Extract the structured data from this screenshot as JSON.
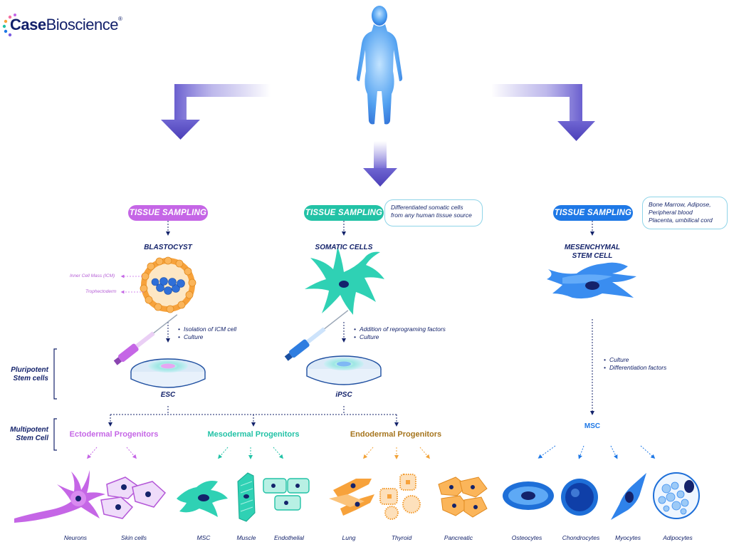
{
  "brand": {
    "part1": "Case",
    "part2": "Bioscience",
    "mark": "®"
  },
  "columns": {
    "left": {
      "pill": "TISSUE SAMPLING",
      "title": "BLASTOCYST",
      "inner_label": "Inner Cell Mass (ICM)",
      "outer_label": "Trophectoderm",
      "steps": [
        "Isolation of ICM cell",
        "Culture"
      ],
      "result": "ESC",
      "colors": {
        "pill": "#c566e6"
      }
    },
    "middle": {
      "pill": "TISSUE SAMPLING",
      "note": [
        "Differentiated somatic cells",
        "from any human tissue source"
      ],
      "title": "SOMATIC CELLS",
      "steps": [
        "Addition of reprograming factors",
        "Culture"
      ],
      "result": "iPSC",
      "colors": {
        "pill": "#22c2a6"
      }
    },
    "right": {
      "pill": "TISSUE SAMPLING",
      "note": [
        "Bone Marrow,  Adipose,",
        "Peripheral blood",
        "Placenta, umbilical cord"
      ],
      "title": [
        "MESENCHYMAL",
        "STEM CELL"
      ],
      "steps": [
        "Culture",
        "Differentiation factors"
      ],
      "result": "MSC",
      "colors": {
        "pill": "#1e78e6"
      }
    }
  },
  "side_labels": {
    "pluripotent": [
      "Pluripotent",
      "Stem cells"
    ],
    "multipotent": [
      "Multipotent",
      "Stem Cell"
    ]
  },
  "progenitors": [
    {
      "label": "Ectodermal Progenitors",
      "color": "#c566e6"
    },
    {
      "label": "Mesodermal Progenitors",
      "color": "#22c2a6"
    },
    {
      "label": "Endodermal Progenitors",
      "color": "#a5741c"
    }
  ],
  "cell_types": [
    "Neurons",
    "Skin cells",
    "MSC",
    "Muscle",
    "Endothelial",
    "Lung",
    "Thyroid",
    "Pancreatic",
    "Osteocytes",
    "Chondrocytes",
    "Myocytes",
    "Adipocytes"
  ]
}
